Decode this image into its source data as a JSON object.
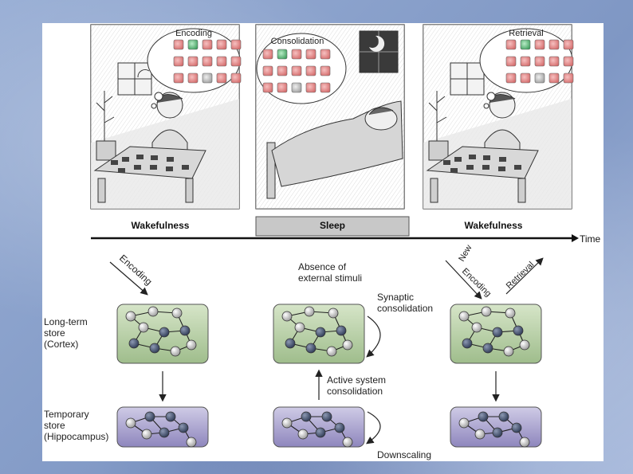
{
  "panels": {
    "encoding_bubble": "Encoding",
    "consolidation_bubble": "Consolidation",
    "retrieval_bubble": "Retrieval",
    "left_state": "Wakefulness",
    "middle_state": "Sleep",
    "right_state": "Wakefulness"
  },
  "timeline": {
    "label": "Time"
  },
  "arrows": {
    "encoding": "Encoding",
    "absence_line1": "Absence of",
    "absence_line2": "external stimuli",
    "new": "New",
    "new_encoding": "Encoding",
    "retrieval": "Retrieval",
    "synaptic_line1": "Synaptic",
    "synaptic_line2": "consolidation",
    "active_line1": "Active system",
    "active_line2": "consolidation",
    "downscaling": "Downscaling"
  },
  "stores": {
    "long_term_line1": "Long-term",
    "long_term_line2": "store",
    "long_term_line3": "(Cortex)",
    "temporary_line1": "Temporary",
    "temporary_line2": "store",
    "temporary_line3": "(Hippocampus)"
  },
  "colors": {
    "cortex_box": "#b6cda6",
    "hippocampus_box": "#a9a3cc",
    "sleep_bar": "#c8c8c8",
    "card_red": "#e07b7b",
    "card_green": "#5fb87a",
    "card_gray": "#bdbdbd"
  }
}
